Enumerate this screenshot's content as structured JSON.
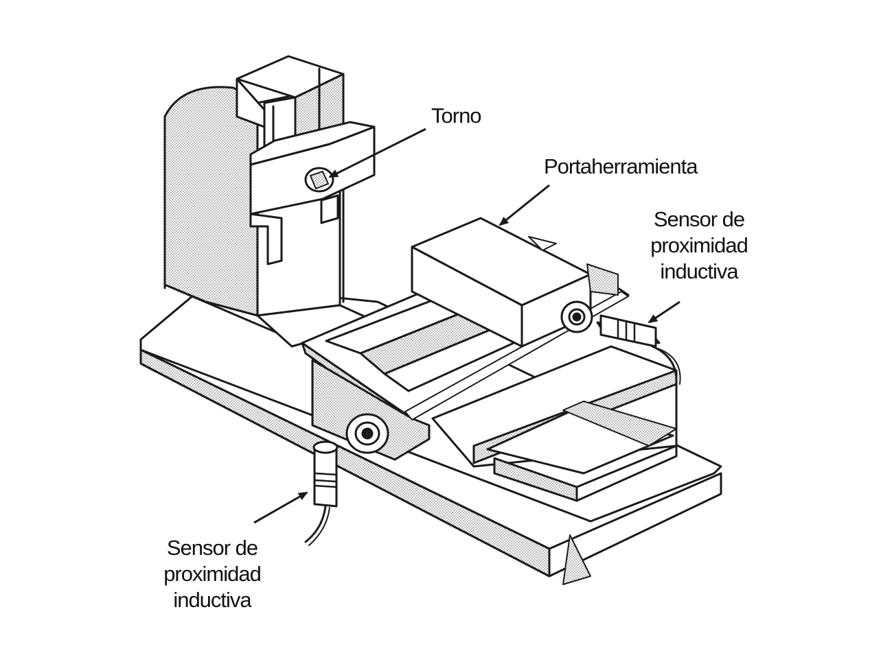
{
  "labels": {
    "torno": "Torno",
    "portaherramienta": "Portaherramienta",
    "sensor_right": [
      "Sensor de",
      "proximidad",
      "inductiva"
    ],
    "sensor_left": [
      "Sensor de",
      "proximidad",
      "inductiva"
    ]
  },
  "colors": {
    "line": "#1a1a1a",
    "shade": "#c9c9c9",
    "light_shade": "#e2e2e2",
    "background": "#ffffff"
  }
}
